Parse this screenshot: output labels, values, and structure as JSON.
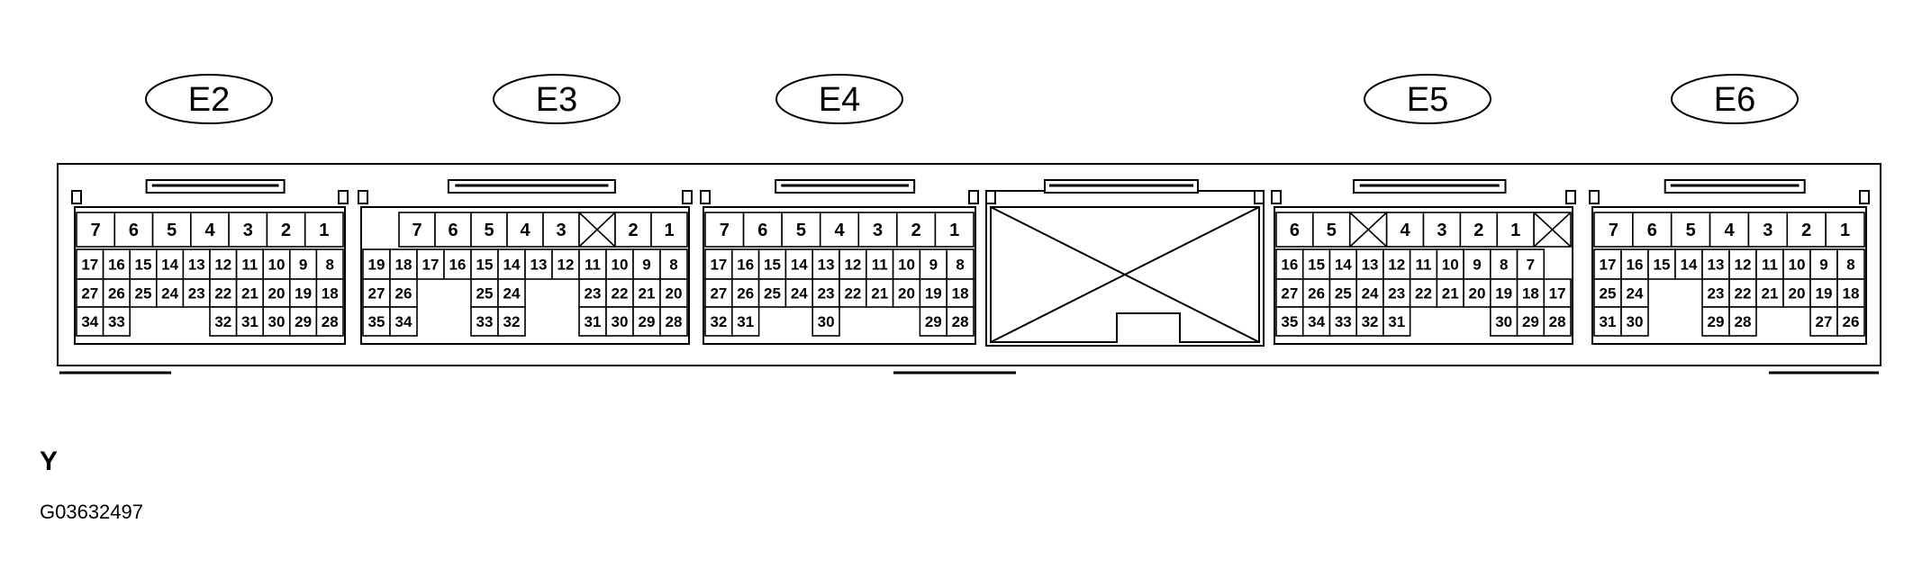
{
  "connectors": [
    {
      "label": "E2",
      "rows": [
        [
          "7",
          "6",
          "5",
          "4",
          "3",
          "2",
          "1"
        ],
        [
          "17",
          "16",
          "15",
          "14",
          "13",
          "12",
          "11",
          "10",
          "9",
          "8"
        ],
        [
          "27",
          "26",
          "25",
          "24",
          "23",
          "22",
          "21",
          "20",
          "19",
          "18"
        ],
        [
          "34",
          "33",
          "",
          "",
          "",
          "32",
          "31",
          "30",
          "29",
          "28"
        ]
      ]
    },
    {
      "label": "E3",
      "rows": [
        [
          "",
          "7",
          "6",
          "5",
          "4",
          "3",
          "X",
          "2",
          "1"
        ],
        [
          "19",
          "18",
          "17",
          "16",
          "15",
          "14",
          "13",
          "12",
          "11",
          "10",
          "9",
          "8"
        ],
        [
          "27",
          "26",
          "",
          "",
          "25",
          "24",
          "",
          "",
          "23",
          "22",
          "21",
          "20"
        ],
        [
          "35",
          "34",
          "",
          "",
          "33",
          "32",
          "",
          "",
          "31",
          "30",
          "29",
          "28"
        ]
      ]
    },
    {
      "label": "E4",
      "rows": [
        [
          "7",
          "6",
          "5",
          "4",
          "3",
          "2",
          "1"
        ],
        [
          "17",
          "16",
          "15",
          "14",
          "13",
          "12",
          "11",
          "10",
          "9",
          "8"
        ],
        [
          "27",
          "26",
          "25",
          "24",
          "23",
          "22",
          "21",
          "20",
          "19",
          "18"
        ],
        [
          "32",
          "31",
          "",
          "",
          "30",
          "",
          "",
          "",
          "29",
          "28"
        ]
      ]
    },
    {
      "label": "E5",
      "rows": [
        [
          "6",
          "5",
          "X",
          "4",
          "3",
          "2",
          "1",
          "X"
        ],
        [
          "16",
          "15",
          "14",
          "13",
          "12",
          "11",
          "10",
          "9",
          "8",
          "7",
          ""
        ],
        [
          "27",
          "26",
          "25",
          "24",
          "23",
          "22",
          "21",
          "20",
          "19",
          "18",
          "17"
        ],
        [
          "35",
          "34",
          "33",
          "32",
          "31",
          "",
          "",
          "",
          "30",
          "29",
          "28"
        ]
      ]
    },
    {
      "label": "E6",
      "rows": [
        [
          "7",
          "6",
          "5",
          "4",
          "3",
          "2",
          "1"
        ],
        [
          "17",
          "16",
          "15",
          "14",
          "13",
          "12",
          "11",
          "10",
          "9",
          "8"
        ],
        [
          "25",
          "24",
          "",
          "",
          "23",
          "22",
          "21",
          "20",
          "19",
          "18"
        ],
        [
          "31",
          "30",
          "",
          "",
          "29",
          "28",
          "",
          "",
          "27",
          "26"
        ]
      ]
    }
  ],
  "captions": {
    "letter": "Y",
    "figure_id": "G03632497"
  }
}
